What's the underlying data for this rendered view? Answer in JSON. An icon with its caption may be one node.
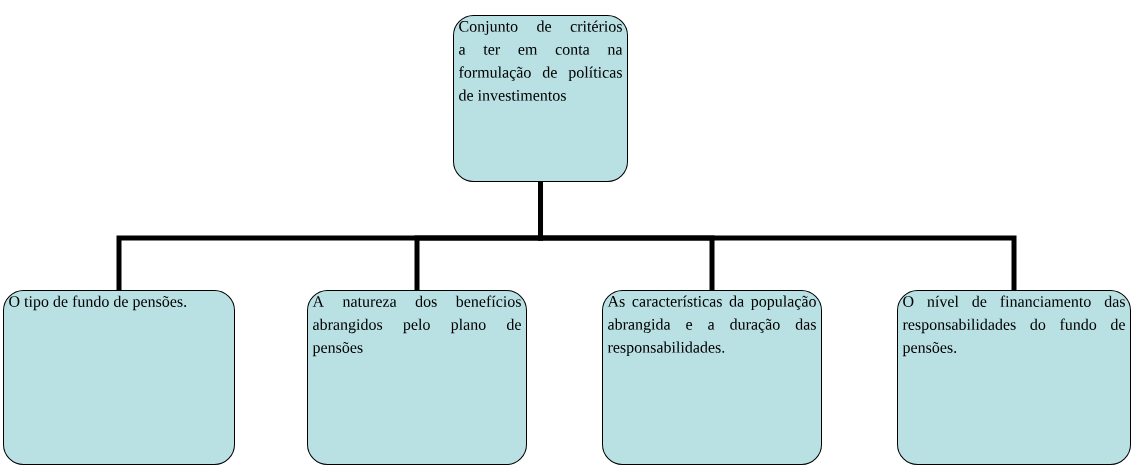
{
  "diagram": {
    "nodes": [
      {
        "text": [
          "Conjunto de critérios a ter em conta na formulação de políticas de investimentos"
        ]
      },
      {
        "text": [
          "O tipo de fundo de pensões."
        ]
      },
      {
        "text": [
          "A natureza dos benefícios abrangidos pelo plano de pensões"
        ]
      },
      {
        "text": [
          "As características da população abrangida e a duração das responsabilidades."
        ]
      },
      {
        "text": [
          "O nível de financiamento das responsabilidades do fundo de pensões."
        ]
      }
    ],
    "edges": [
      {
        "from": 0,
        "to": 1,
        "arrow": "none"
      },
      {
        "from": 0,
        "to": 2,
        "arrow": "none"
      },
      {
        "from": 0,
        "to": 3,
        "arrow": "none"
      },
      {
        "from": 0,
        "to": 4,
        "arrow": "none"
      }
    ]
  }
}
